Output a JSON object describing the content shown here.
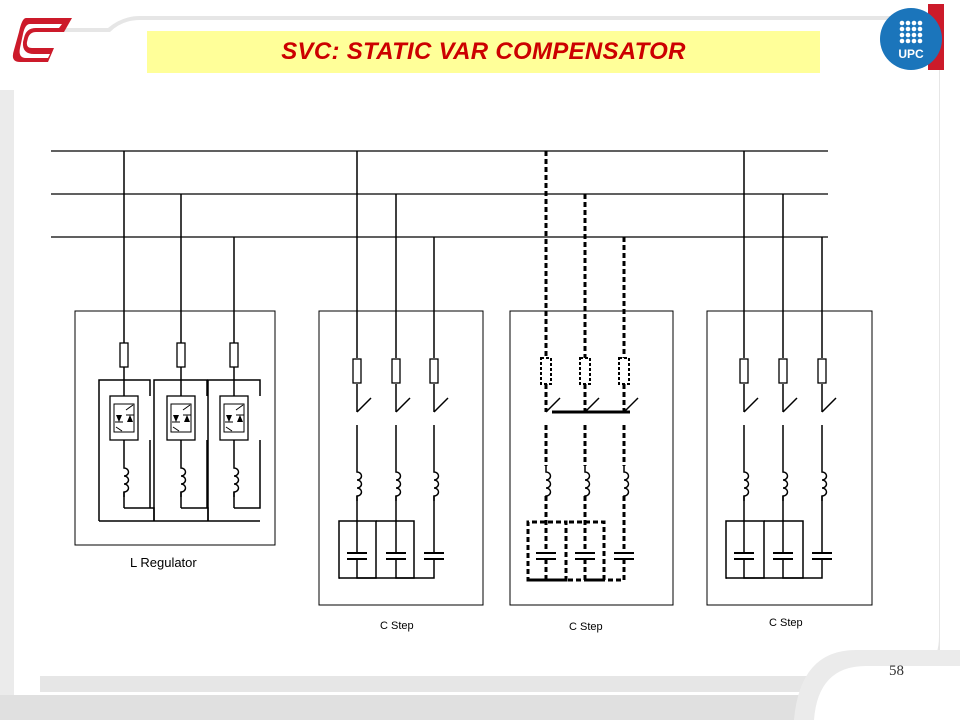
{
  "slide": {
    "title": "SVC: STATIC VAR COMPENSATOR",
    "page_number": "58"
  },
  "logos": {
    "left": {
      "icon": "company-c-logo-icon",
      "color": "#cc1a2a"
    },
    "right": {
      "icon": "university-logo-icon",
      "text": "UPC",
      "color": "#1b75bb"
    }
  },
  "diagram": {
    "labels": {
      "l_regulator": "L Regulator",
      "c_step_1": "C Step",
      "c_step_2": "C Step",
      "c_step_3": "C Step"
    }
  },
  "colors": {
    "title_background": "#ffff99",
    "title_text": "#cc0000",
    "frame": "#c9c9c9",
    "line": "#000000"
  }
}
